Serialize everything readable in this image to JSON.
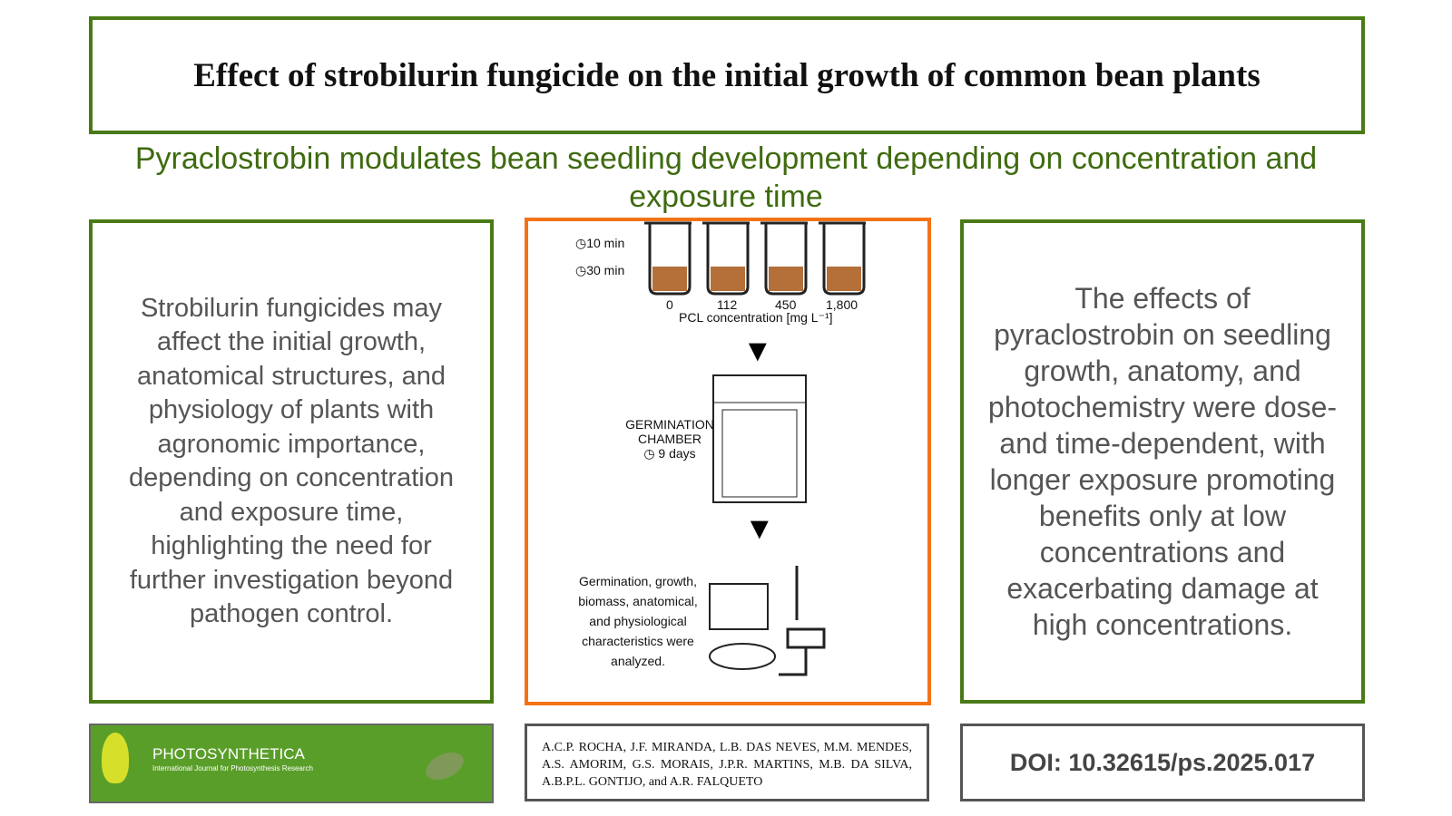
{
  "title": "Effect of strobilurin fungicide on the initial growth of common bean plants",
  "subtitle": "Pyraclostrobin modulates bean seedling development depending on concentration and exposure time",
  "left_text": "Strobilurin fungicides may affect the initial growth, anatomical structures, and physiology of plants with agronomic importance, depending on concentration and exposure time, highlighting the need for further investigation beyond pathogen control.",
  "right_text": "The effects of pyraclostrobin on seedling growth, anatomy, and photochemistry were dose- and time-dependent, with longer exposure promoting benefits only at low concentrations and exacerbating damage at high concentrations.",
  "diagram": {
    "time1": "10 min",
    "time2": "30 min",
    "concentrations": [
      "0",
      "112",
      "450",
      "1,800"
    ],
    "axis_label": "PCL concentration [mg L⁻¹]",
    "chamber1": "GERMINATION",
    "chamber2": "CHAMBER",
    "chamber_days": "9 days",
    "analysis": "Germination, growth, biomass, anatomical, and physiological characteristics were analyzed."
  },
  "journal": {
    "name": "PHOTOSYNTHETICA",
    "tagline": "International Journal for Photosynthesis Research"
  },
  "authors": "A.C.P. ROCHA, J.F. MIRANDA, L.B. DAS NEVES, M.M. MENDES, A.S. AMORIM, G.S. MORAIS, J.P.R. MARTINS, M.B. DA SILVA, A.B.P.L. GONTIJO, and A.R. FALQUETO",
  "doi": "DOI: 10.32615/ps.2025.017"
}
